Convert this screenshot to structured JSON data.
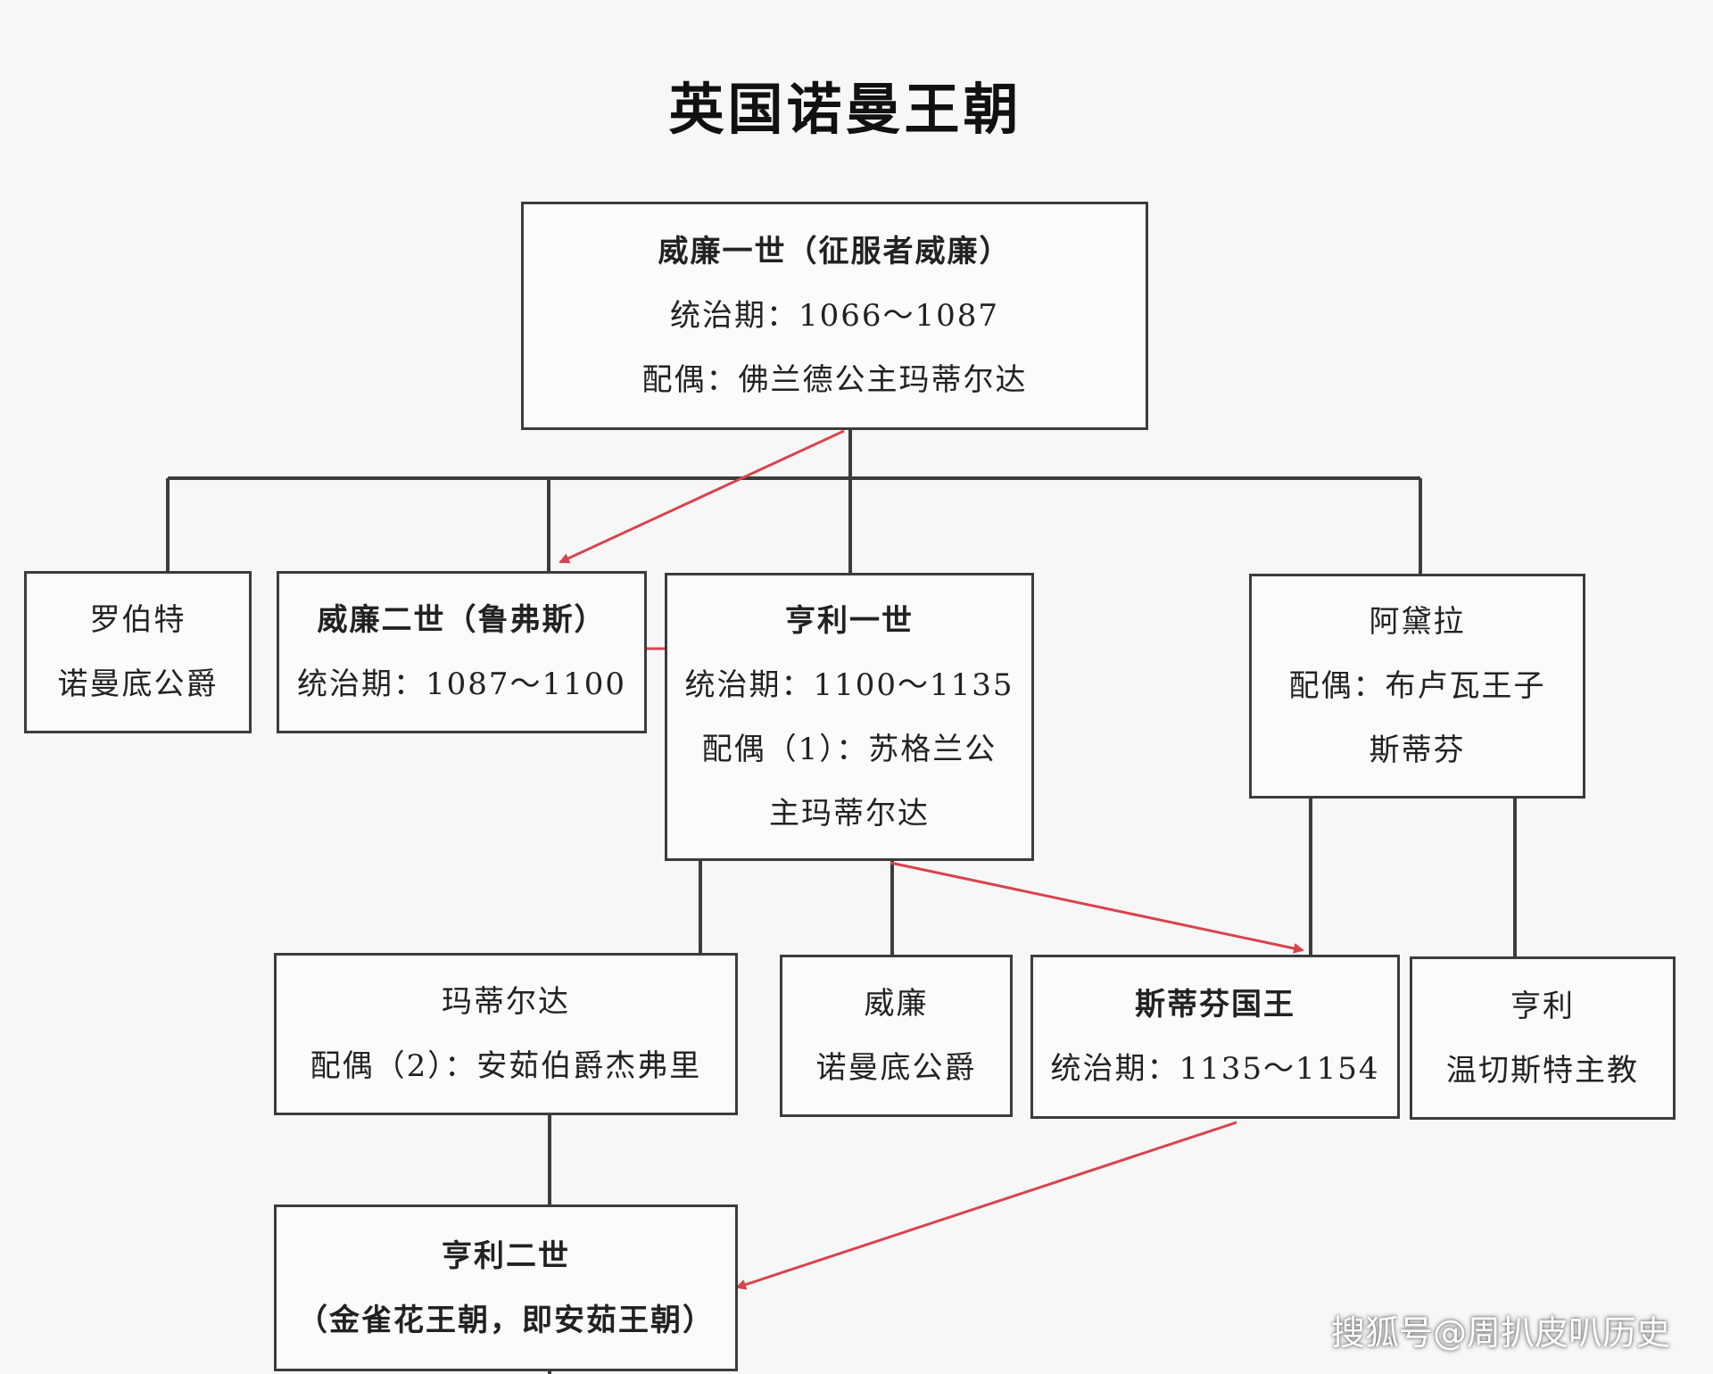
{
  "title": "英国诺曼王朝",
  "nodes": {
    "william1": {
      "lines": [
        "威廉一世（征服者威廉）",
        "统治期：1066～1087",
        "配偶：佛兰德公主玛蒂尔达"
      ]
    },
    "robert": {
      "lines": [
        "罗伯特",
        "诺曼底公爵"
      ]
    },
    "william2": {
      "lines": [
        "威廉二世（鲁弗斯）",
        "统治期：1087～1100"
      ]
    },
    "henry1": {
      "lines": [
        "亨利一世",
        "统治期：1100～1135",
        "配偶（1）：苏格兰公",
        "主玛蒂尔达"
      ]
    },
    "adela": {
      "lines": [
        "阿黛拉",
        "配偶：布卢瓦王子",
        "斯蒂芬"
      ]
    },
    "matilda": {
      "lines": [
        "玛蒂尔达",
        "配偶（2）：安茹伯爵杰弗里"
      ]
    },
    "william_norm": {
      "lines": [
        "威廉",
        "诺曼底公爵"
      ]
    },
    "stephen": {
      "lines": [
        "斯蒂芬国王",
        "统治期：1135～1154"
      ]
    },
    "henry_bishop": {
      "lines": [
        "亨利",
        "温切斯特主教"
      ]
    },
    "henry2": {
      "lines": [
        "亨利二世",
        "（金雀花王朝，即安茹王朝）"
      ]
    }
  },
  "succession_arrow_color": "#d9434b",
  "line_color": "#3c3c3c",
  "watermark": "搜狐号@周扒皮叭历史"
}
